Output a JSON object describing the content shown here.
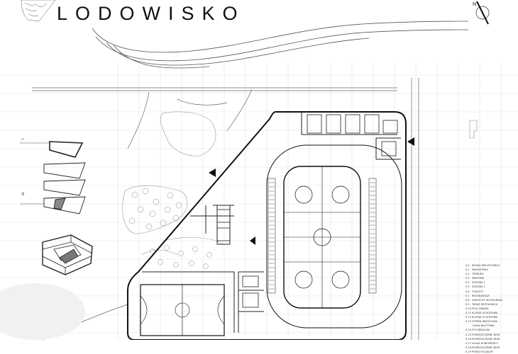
{
  "title": "LODOWISKO",
  "icons": {
    "north_arrow": "north-arrow-icon",
    "location_map": "location-map-icon"
  },
  "legend": [
    {
      "num": "0.0",
      "label": "BUDAS WIELOFUNKCY"
    },
    {
      "num": "0.1",
      "label": "MAGAZYNEK"
    },
    {
      "num": "0.2",
      "label": "TRYBUNY"
    },
    {
      "num": "0.3",
      "label": "ŚMIETNIK"
    },
    {
      "num": "0.4",
      "label": "SZATNIA 1"
    },
    {
      "num": "0.5",
      "label": "SZATNIA 2"
    },
    {
      "num": "0.6",
      "label": "TOALETY"
    },
    {
      "num": "0.7",
      "label": "RESTAURACJA"
    },
    {
      "num": "0.8",
      "label": "ZAPLECZE RESTAURACJI"
    },
    {
      "num": "0.9",
      "label": "TARAS RESTAURACJI"
    },
    {
      "num": "0.10",
      "label": "PLAC ZABAW"
    },
    {
      "num": "0.11",
      "label": "KLATKA SCHODOWA"
    },
    {
      "num": "0.12",
      "label": "KLATKA SCHODOWA"
    },
    {
      "num": "0.13",
      "label": "STREFA WEJŚCIOWA"
    },
    {
      "num": "",
      "label": "I KASA BILETOWA"
    },
    {
      "num": "0.14",
      "label": "POCZEKALNIA"
    },
    {
      "num": "0.15",
      "label": "POMIESZCZENIE BIUR"
    },
    {
      "num": "0.16",
      "label": "POMIESZCZENIE BIUR"
    },
    {
      "num": "0.17",
      "label": "SALKA KONFERENCY"
    },
    {
      "num": "0.18",
      "label": "POMIESZCZENIE BIUR"
    },
    {
      "num": "0.19",
      "label": "POKÓJ SOCJALNY"
    }
  ]
}
